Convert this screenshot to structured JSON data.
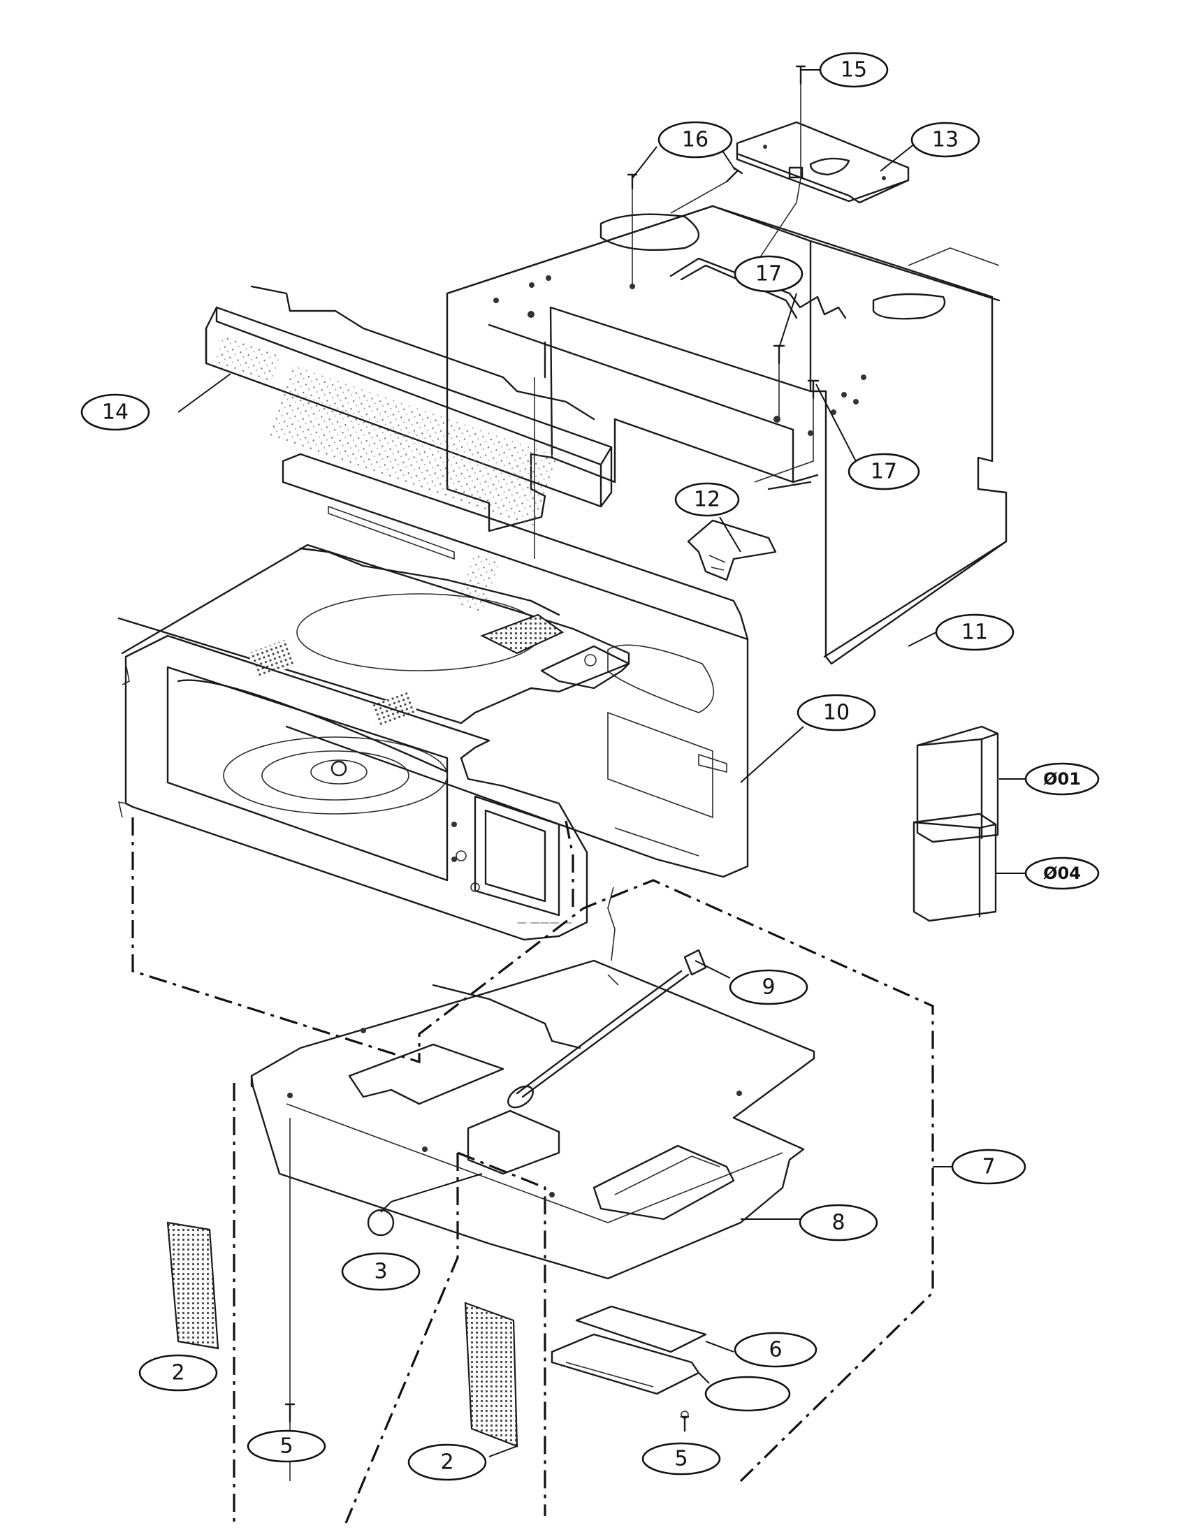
{
  "callouts": [
    {
      "id": "c15",
      "label": "15"
    },
    {
      "id": "c16",
      "label": "16"
    },
    {
      "id": "c13",
      "label": "13"
    },
    {
      "id": "c17a",
      "label": "17"
    },
    {
      "id": "c14",
      "label": "14"
    },
    {
      "id": "c17b",
      "label": "17"
    },
    {
      "id": "c12",
      "label": "12"
    },
    {
      "id": "c11",
      "label": "11"
    },
    {
      "id": "c10",
      "label": "10"
    },
    {
      "id": "c001",
      "label": "Ø01"
    },
    {
      "id": "c004",
      "label": "Ø04"
    },
    {
      "id": "c9",
      "label": "9"
    },
    {
      "id": "c8",
      "label": "8"
    },
    {
      "id": "c7",
      "label": "7"
    },
    {
      "id": "c3",
      "label": "3"
    },
    {
      "id": "c6",
      "label": "6"
    },
    {
      "id": "c2a",
      "label": "2"
    },
    {
      "id": "c5a",
      "label": "5"
    },
    {
      "id": "c2b",
      "label": "2"
    },
    {
      "id": "c5b",
      "label": "5"
    },
    {
      "id": "cblank",
      "label": ""
    }
  ]
}
